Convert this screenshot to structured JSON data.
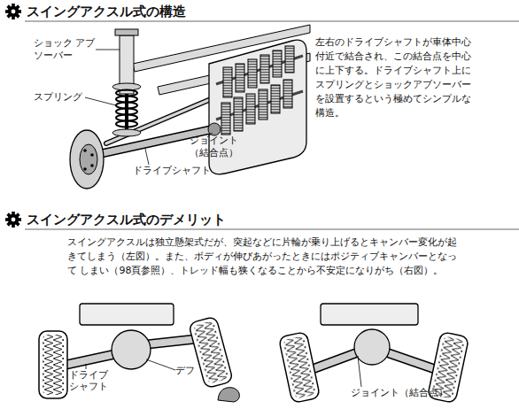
{
  "diagram": {
    "labels": [
      "スイングアクスル式の構造",
      "ショック アブソーバー",
      "スプリング",
      "ジョイント （結合点）",
      "ドライブシャフト",
      "左右のドライブシャフトが車体中心 付近で結合され、この結合点を中心 に上下する。ドライブシャフト上に スプリングとショックアブソーバー を設置するという極めてシンプルな 構造。",
      "スイングアクスル式のデメリット",
      "スイングアクスルは独立懸架式だが、突起などに片輪が乗り上げるとキャンバー変化が起 きてしまう（左図）。また、ボディが伸びあがったときにはポジティブキャンバーとなって しまい（98頁参照）、トレッド幅も狭くなることから不安定になりがち（右図）。",
      "ドライブ シャフト",
      "デフ",
      "ジョイント（結合点）"
    ]
  }
}
